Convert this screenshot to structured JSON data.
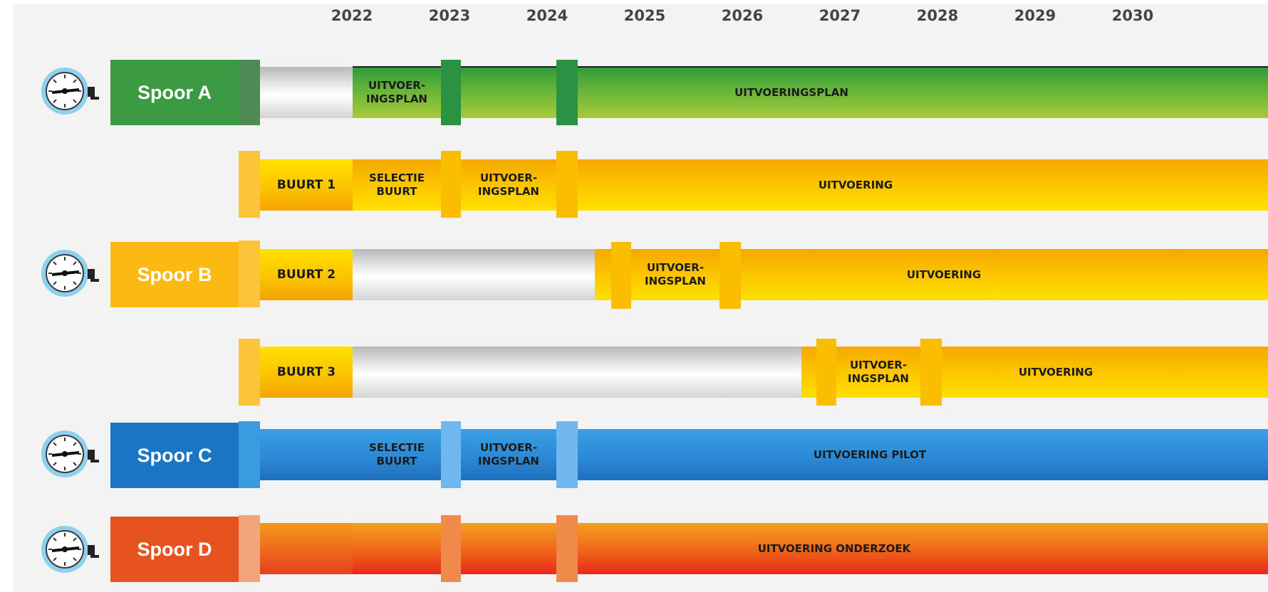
{
  "years": [
    "2022",
    "2023",
    "2024",
    "2025",
    "2026",
    "2027",
    "2028",
    "2029",
    "2030"
  ],
  "tracks": {
    "a": {
      "name": "Spoor A",
      "phase1": "UITVOER-\nINGSPLAN",
      "phase2": "UITVOERINGSPLAN"
    },
    "b": {
      "name": "Spoor B",
      "buurt1": {
        "name": "BUURT 1",
        "p1": "SELECTIE\nBUURT",
        "p2": "UITVOER-\nINGSPLAN",
        "p3": "UITVOERING"
      },
      "buurt2": {
        "name": "BUURT 2",
        "p1": "UITVOER-\nINGSPLAN",
        "p2": "UITVOERING"
      },
      "buurt3": {
        "name": "BUURT 3",
        "p1": "UITVOER-\nINGSPLAN",
        "p2": "UITVOERING"
      }
    },
    "c": {
      "name": "Spoor C",
      "p1": "SELECTIE\nBUURT",
      "p2": "UITVOER-\nINGSPLAN",
      "p3": "UITVOERING PILOT"
    },
    "d": {
      "name": "Spoor D",
      "p1": "UITVOERING ONDERZOEK"
    }
  },
  "icons": {
    "gauge": "stopwatch-gauge-icon"
  },
  "colors": {
    "spoor_a": "#3c9a42",
    "spoor_b": "#fdb913",
    "spoor_c": "#1a75c4",
    "spoor_d": "#e6531e"
  }
}
